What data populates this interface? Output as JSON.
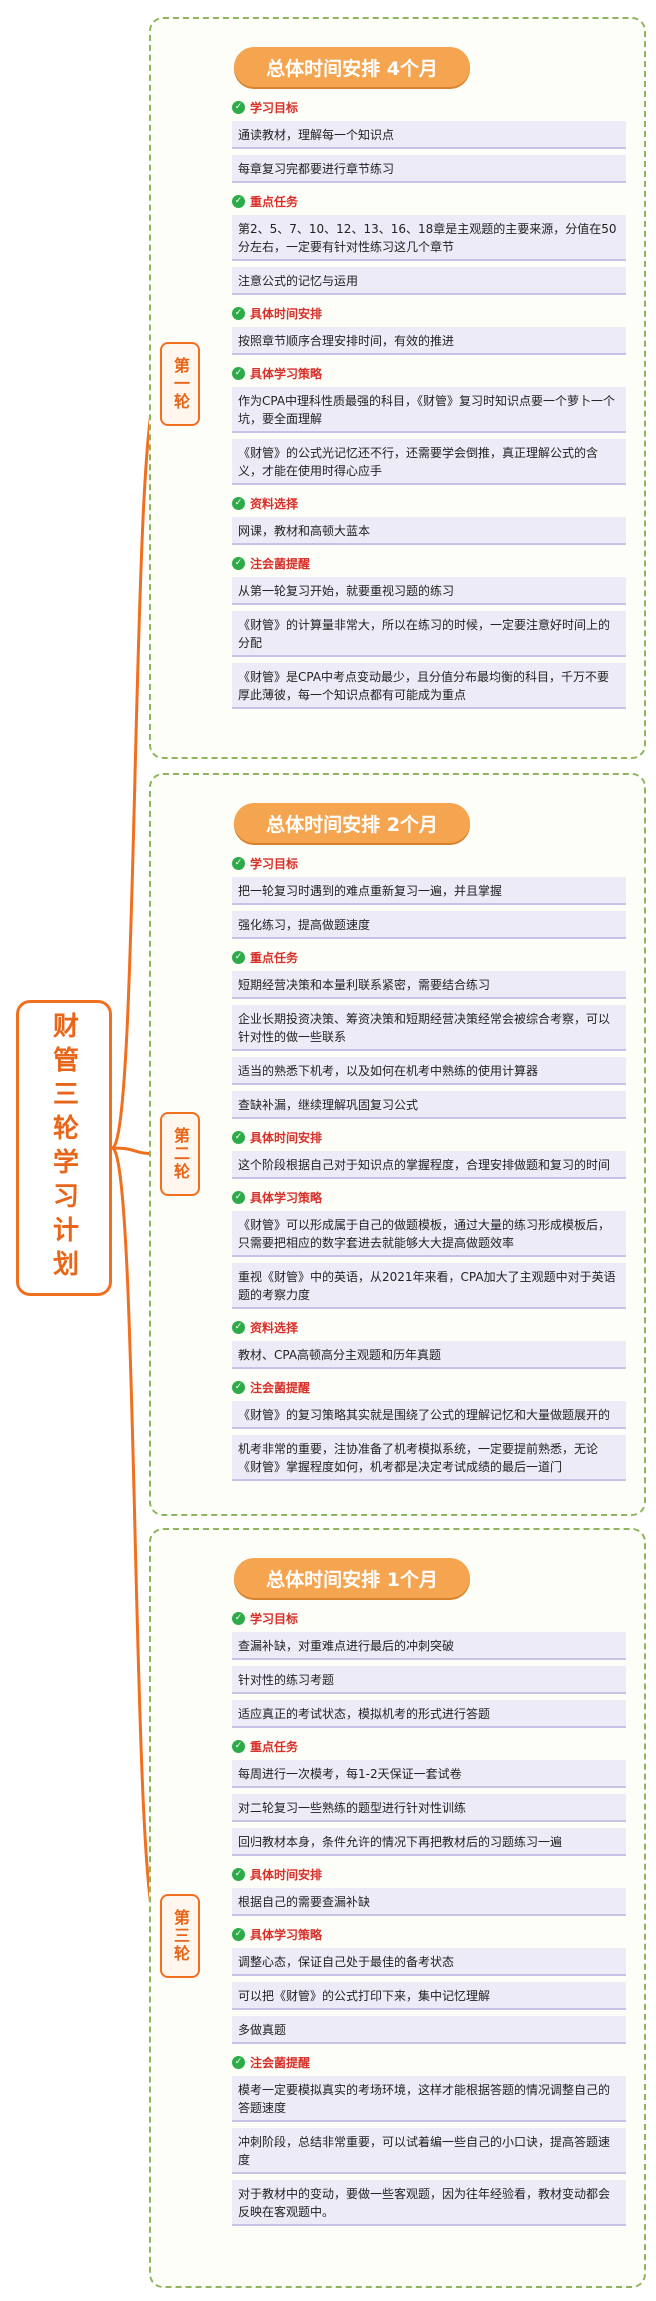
{
  "root_title": "财管三轮学习计划",
  "sections": [
    {
      "round_label": "第一轮",
      "time_title": "总体时间安排  4个月",
      "groups": [
        {
          "label": "学习目标",
          "items": [
            "通读教材，理解每一个知识点",
            "每章复习完都要进行章节练习"
          ]
        },
        {
          "label": "重点任务",
          "items": [
            "第2、5、7、10、12、13、16、18章是主观题的主要来源，分值在50分左右，一定要有针对性练习这几个章节",
            "注意公式的记忆与运用"
          ]
        },
        {
          "label": "具体时间安排",
          "items": [
            "按照章节顺序合理安排时间，有效的推进"
          ]
        },
        {
          "label": "具体学习策略",
          "items": [
            "作为CPA中理科性质最强的科目，《财管》复习时知识点要一个萝卜一个坑，要全面理解",
            "《财管》的公式光记忆还不行，还需要学会倒推，真正理解公式的含义，才能在使用时得心应手"
          ]
        },
        {
          "label": "资料选择",
          "items": [
            "网课，教材和高顿大蓝本"
          ]
        },
        {
          "label": "注会菌提醒",
          "items": [
            "从第一轮复习开始，就要重视习题的练习",
            "《财管》的计算量非常大，所以在练习的时候，一定要注意好时间上的分配",
            "《财管》是CPA中考点变动最少，且分值分布最均衡的科目，千万不要厚此薄彼，每一个知识点都有可能成为重点"
          ]
        }
      ]
    },
    {
      "round_label": "第二轮",
      "time_title": "总体时间安排  2个月",
      "groups": [
        {
          "label": "学习目标",
          "items": [
            "把一轮复习时遇到的难点重新复习一遍，并且掌握",
            "强化练习，提高做题速度"
          ]
        },
        {
          "label": "重点任务",
          "items": [
            "短期经营决策和本量利联系紧密，需要结合练习",
            "企业长期投资决策、筹资决策和短期经营决策经常会被综合考察，可以针对性的做一些联系",
            "适当的熟悉下机考，以及如何在机考中熟练的使用计算器",
            "查缺补漏，继续理解巩固复习公式"
          ]
        },
        {
          "label": "具体时间安排",
          "items": [
            "这个阶段根据自己对于知识点的掌握程度，合理安排做题和复习的时间"
          ]
        },
        {
          "label": "具体学习策略",
          "items": [
            "《财管》可以形成属于自己的做题模板，通过大量的练习形成模板后，只需要把相应的数字套进去就能够大大提高做题效率",
            "重视《财管》中的英语，从2021年来看，CPA加大了主观题中对于英语题的考察力度"
          ]
        },
        {
          "label": "资料选择",
          "items": [
            "教材、CPA高顿高分主观题和历年真题"
          ]
        },
        {
          "label": "注会菌提醒",
          "items": [
            "《财管》的复习策略其实就是围绕了公式的理解记忆和大量做题展开的",
            "机考非常的重要，注协准备了机考模拟系统，一定要提前熟悉，无论《财管》掌握程度如何，机考都是决定考试成绩的最后一道门"
          ]
        }
      ]
    },
    {
      "round_label": "第三轮",
      "time_title": "总体时间安排  1个月",
      "groups": [
        {
          "label": "学习目标",
          "items": [
            "查漏补缺，对重难点进行最后的冲刺突破",
            "针对性的练习考题",
            "适应真正的考试状态，模拟机考的形式进行答题"
          ]
        },
        {
          "label": "重点任务",
          "items": [
            "每周进行一次模考，每1-2天保证一套试卷",
            "对二轮复习一些熟练的题型进行针对性训练",
            "回归教材本身，条件允许的情况下再把教材后的习题练习一遍"
          ]
        },
        {
          "label": "具体时间安排",
          "items": [
            "根据自己的需要查漏补缺"
          ]
        },
        {
          "label": "具体学习策略",
          "items": [
            "调整心态，保证自己处于最佳的备考状态",
            "可以把《财管》的公式打印下来，集中记忆理解",
            "多做真题"
          ]
        },
        {
          "label": "注会菌提醒",
          "items": [
            "模考一定要模拟真实的考场环境，这样才能根据答题的情况调整自己的答题速度",
            "冲刺阶段，总结非常重要，可以试着编一些自己的小口诀，提高答题速度",
            "对于教材中的变动，要做一些客观题，因为往年经验看，教材变动都会反映在客观题中。"
          ]
        }
      ]
    }
  ],
  "colors": {
    "accent": "#f07020",
    "banner": "#f5a44f",
    "category": "#d8302a",
    "check": "#2cab48",
    "leaf_bg": "#eeebf8",
    "frame": "#8fb45e"
  }
}
